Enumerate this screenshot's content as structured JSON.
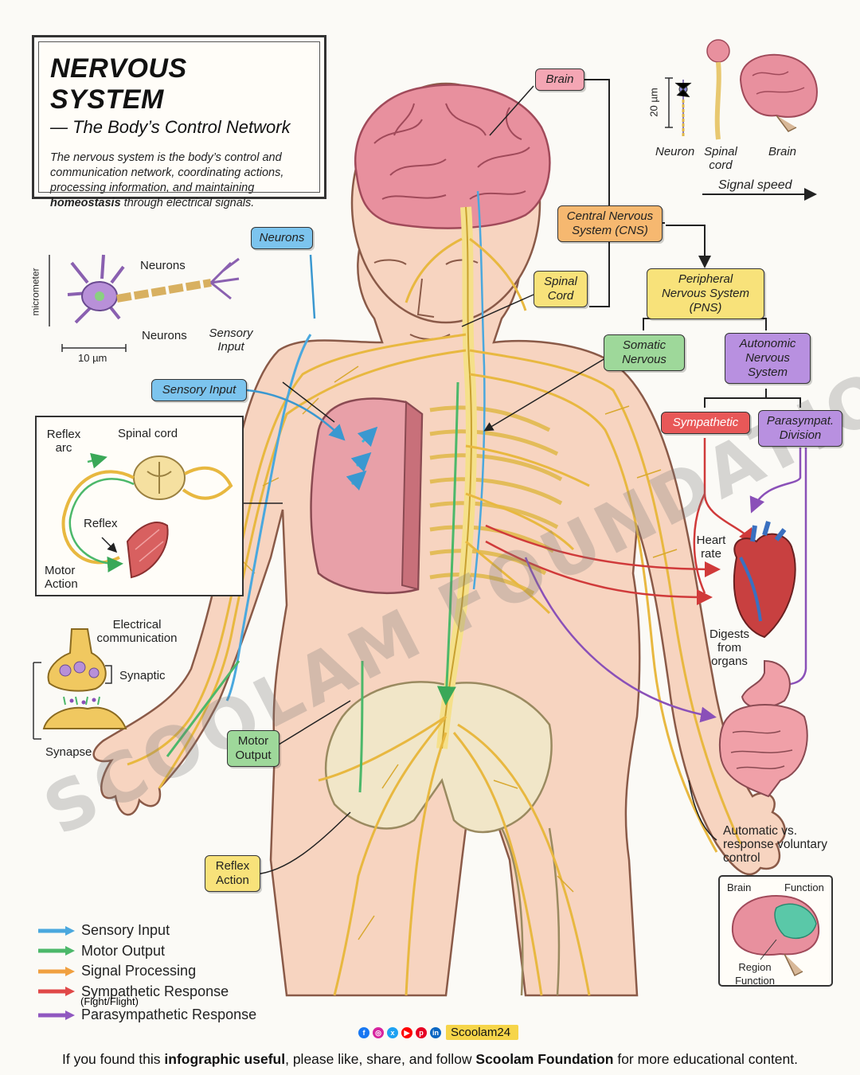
{
  "title": {
    "main": "NERVOUS SYSTEM",
    "sub": "— The Body’s Control Network",
    "desc_part1": "The nervous system is the body’s control and communication network, coordinating actions, processing information, and maintaining ",
    "desc_bold": "homeostasis",
    "desc_part2": " through electrical signals."
  },
  "labels": {
    "brain": "Brain",
    "cns": "Central Nervous System (CNS)",
    "spinal_cord": "Spinal Cord",
    "pns": "Peripheral Nervous System (PNS)",
    "somatic": "Somatic Nervous",
    "autonomic": "Autonomic Nervous System",
    "sympathetic": "Sympathetic",
    "parasympathetic": "Parasympat. Division",
    "neurons": "Neurons",
    "sensory_input": "Sensory Input",
    "motor_output": "Motor Output",
    "reflex_action": "Reflex Action"
  },
  "scale_panel": {
    "scale": "20 µm",
    "neuron": "Neuron",
    "spinal_cord": "Spinal cord",
    "brain": "Brain",
    "signal_speed": "Signal speed"
  },
  "neuron_panel": {
    "axis": "micrometer",
    "neurons_top": "Neurons",
    "neurons_bottom": "Neurons",
    "sensory": "Sensory Input",
    "scale": "10 µm"
  },
  "reflex_panel": {
    "reflex_arc": "Reflex arc",
    "spinal_cord": "Spinal cord",
    "reflex": "Reflex",
    "motor_action": "Motor Action"
  },
  "synapse_panel": {
    "electrical": "Electrical communication",
    "synaptic": "Synaptic",
    "synapse": "Synapse"
  },
  "organs": {
    "heart_rate": "Heart rate",
    "digests": "Digests from organs"
  },
  "automatic": "Automatic vs. response voluntary control",
  "brain_function": {
    "brain": "Brain",
    "function": "Function",
    "region": "Region Function"
  },
  "legend": [
    {
      "label": "Sensory Input",
      "color": "#4aa8de"
    },
    {
      "label": "Motor Output",
      "color": "#4cb86a"
    },
    {
      "label": "Signal Processing",
      "color": "#f0a040"
    },
    {
      "label": "Sympathetic Response",
      "color": "#e04848",
      "sub": "(Fight/Flight)"
    },
    {
      "label": "Parasympathetic Response",
      "color": "#9058c0"
    }
  ],
  "watermark": "SCOOLAM FOUNDATION",
  "social_handle": "Scoolam24",
  "footer": {
    "p1": "If you found this ",
    "b1": "infographic useful",
    "p2": ", please like, share, and follow ",
    "b2": "Scoolam Foundation",
    "p3": " for more educational content."
  },
  "colors": {
    "nerve": "#e8b840",
    "skin": "#f7d4c0",
    "brain": "#e8909e",
    "pink_label": "#f4a6b4",
    "orange_label": "#f6b870",
    "yellow_label": "#f8e27a",
    "green_label": "#9ed89a",
    "purple_label": "#b890e0",
    "red_label": "#e85858",
    "blue_label": "#7cc4ee"
  }
}
